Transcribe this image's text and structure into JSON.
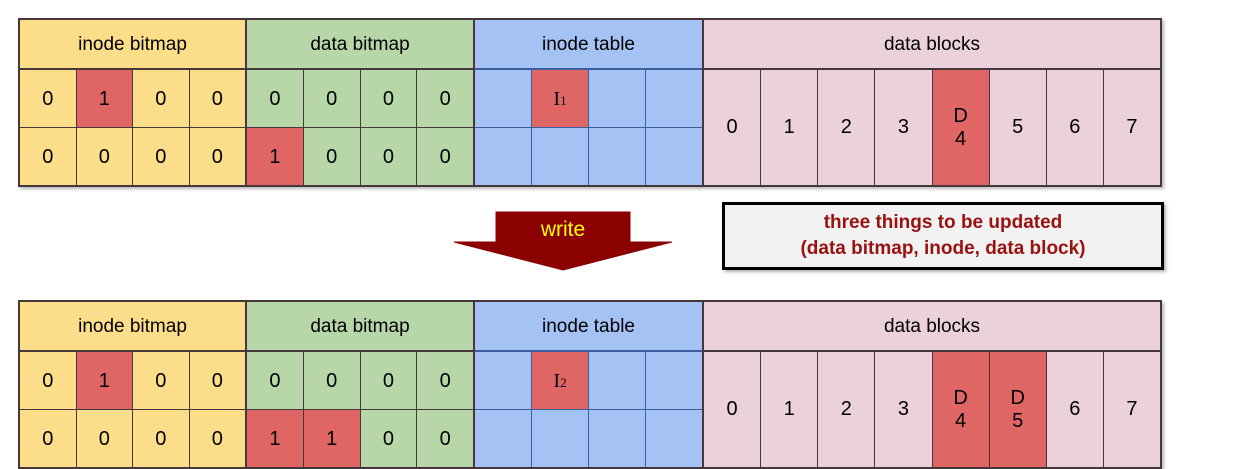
{
  "colors": {
    "inode_bitmap_bg": "#FBDD8A",
    "data_bitmap_bg": "#B7D7A8",
    "inode_table_bg": "#A4C2F4",
    "data_blocks_bg": "#EAD1DC",
    "highlight": "#E06666",
    "arrow_fill": "#8B0000",
    "arrow_text": "#FFFF00",
    "note_text": "#9A1111",
    "note_bg": "#F2F2F2",
    "border": "#45373A"
  },
  "diagrams": [
    {
      "id": "before-write",
      "regions": [
        {
          "name": "inode-bitmap",
          "title": "inode bitmap",
          "rows": [
            [
              {
                "text": "0",
                "highlight": false
              },
              {
                "text": "1",
                "highlight": true
              },
              {
                "text": "0",
                "highlight": false
              },
              {
                "text": "0",
                "highlight": false
              }
            ],
            [
              {
                "text": "0",
                "highlight": false
              },
              {
                "text": "0",
                "highlight": false
              },
              {
                "text": "0",
                "highlight": false
              },
              {
                "text": "0",
                "highlight": false
              }
            ]
          ]
        },
        {
          "name": "data-bitmap",
          "title": "data bitmap",
          "rows": [
            [
              {
                "text": "0",
                "highlight": false
              },
              {
                "text": "0",
                "highlight": false
              },
              {
                "text": "0",
                "highlight": false
              },
              {
                "text": "0",
                "highlight": false
              }
            ],
            [
              {
                "text": "1",
                "highlight": true
              },
              {
                "text": "0",
                "highlight": false
              },
              {
                "text": "0",
                "highlight": false
              },
              {
                "text": "0",
                "highlight": false
              }
            ]
          ]
        },
        {
          "name": "inode-table",
          "title": "inode table",
          "rows": [
            [
              {
                "text": "",
                "highlight": false
              },
              {
                "text": "I",
                "sub": "1",
                "highlight": true
              },
              {
                "text": "",
                "highlight": false
              },
              {
                "text": "",
                "highlight": false
              }
            ],
            [
              {
                "text": "",
                "highlight": false
              },
              {
                "text": "",
                "highlight": false
              },
              {
                "text": "",
                "highlight": false
              },
              {
                "text": "",
                "highlight": false
              }
            ]
          ]
        },
        {
          "name": "data-blocks",
          "title": "data blocks",
          "blocks": [
            {
              "label": "",
              "index": "0",
              "highlight": false
            },
            {
              "label": "",
              "index": "1",
              "highlight": false
            },
            {
              "label": "",
              "index": "2",
              "highlight": false
            },
            {
              "label": "",
              "index": "3",
              "highlight": false
            },
            {
              "label": "D",
              "index": "4",
              "highlight": true
            },
            {
              "label": "",
              "index": "5",
              "highlight": false
            },
            {
              "label": "",
              "index": "6",
              "highlight": false
            },
            {
              "label": "",
              "index": "7",
              "highlight": false
            }
          ]
        }
      ]
    },
    {
      "id": "after-write",
      "regions": [
        {
          "name": "inode-bitmap",
          "title": "inode bitmap",
          "rows": [
            [
              {
                "text": "0",
                "highlight": false
              },
              {
                "text": "1",
                "highlight": true
              },
              {
                "text": "0",
                "highlight": false
              },
              {
                "text": "0",
                "highlight": false
              }
            ],
            [
              {
                "text": "0",
                "highlight": false
              },
              {
                "text": "0",
                "highlight": false
              },
              {
                "text": "0",
                "highlight": false
              },
              {
                "text": "0",
                "highlight": false
              }
            ]
          ]
        },
        {
          "name": "data-bitmap",
          "title": "data bitmap",
          "rows": [
            [
              {
                "text": "0",
                "highlight": false
              },
              {
                "text": "0",
                "highlight": false
              },
              {
                "text": "0",
                "highlight": false
              },
              {
                "text": "0",
                "highlight": false
              }
            ],
            [
              {
                "text": "1",
                "highlight": true
              },
              {
                "text": "1",
                "highlight": true
              },
              {
                "text": "0",
                "highlight": false
              },
              {
                "text": "0",
                "highlight": false
              }
            ]
          ]
        },
        {
          "name": "inode-table",
          "title": "inode table",
          "rows": [
            [
              {
                "text": "",
                "highlight": false
              },
              {
                "text": "I",
                "sub": "2",
                "highlight": true
              },
              {
                "text": "",
                "highlight": false
              },
              {
                "text": "",
                "highlight": false
              }
            ],
            [
              {
                "text": "",
                "highlight": false
              },
              {
                "text": "",
                "highlight": false
              },
              {
                "text": "",
                "highlight": false
              },
              {
                "text": "",
                "highlight": false
              }
            ]
          ]
        },
        {
          "name": "data-blocks",
          "title": "data blocks",
          "blocks": [
            {
              "label": "",
              "index": "0",
              "highlight": false
            },
            {
              "label": "",
              "index": "1",
              "highlight": false
            },
            {
              "label": "",
              "index": "2",
              "highlight": false
            },
            {
              "label": "",
              "index": "3",
              "highlight": false
            },
            {
              "label": "D",
              "index": "4",
              "highlight": true
            },
            {
              "label": "D",
              "index": "5",
              "highlight": true
            },
            {
              "label": "",
              "index": "6",
              "highlight": false
            },
            {
              "label": "",
              "index": "7",
              "highlight": false
            }
          ]
        }
      ]
    }
  ],
  "arrow": {
    "label": "write"
  },
  "note": {
    "line1": "three things to be updated",
    "line2": "(data bitmap, inode, data block)"
  }
}
